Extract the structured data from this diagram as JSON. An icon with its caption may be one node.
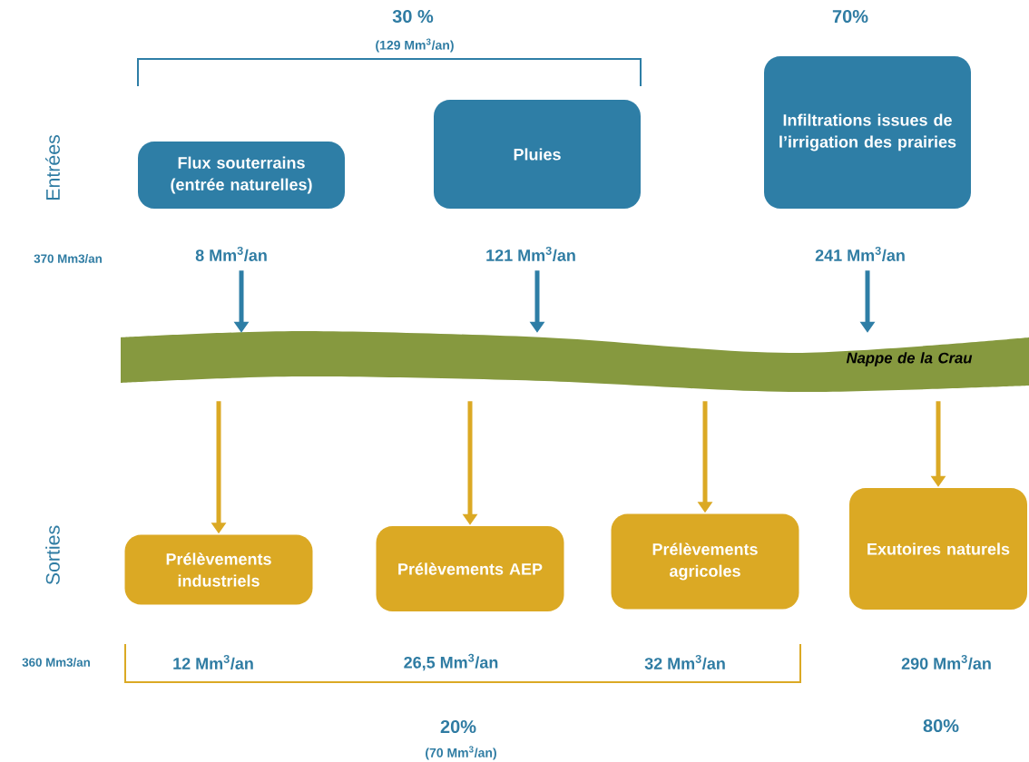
{
  "diagram": {
    "nodes": [
      {
        "text": [
          "Flux souterrains (entrée naturelles)"
        ],
        "beside": [
          "8 Mm$^{3}$/an"
        ]
      },
      {
        "text": [
          "Pluies"
        ],
        "beside": [
          "121 Mm$^{3}$/an"
        ]
      },
      {
        "text": [
          "Infiltrations issues de l’irrigation des prairies"
        ],
        "beside": [
          "241 Mm$^{3}$/an"
        ]
      },
      {
        "text": [
          "Nappe de la Crau"
        ]
      },
      {
        "text": [
          "Prélèvements industriels"
        ],
        "beside": [
          "12 Mm$^{3}$/an"
        ]
      },
      {
        "text": [
          "Prélèvements AEP"
        ],
        "beside": [
          "26,5 Mm$^{3}$/an"
        ]
      },
      {
        "text": [
          "Prélèvements agricoles"
        ],
        "beside": [
          "32 Mm$^{3}$/an"
        ]
      },
      {
        "text": [
          "Exutoires naturels"
        ],
        "beside": [
          "290 Mm$^{3}$/an"
        ]
      }
    ],
    "edges": [
      {
        "from": 0,
        "to": 3,
        "arrow": "to",
        "color": "#2e7ea6"
      },
      {
        "from": 1,
        "to": 3,
        "arrow": "to",
        "color": "#2e7ea6"
      },
      {
        "from": 2,
        "to": 3,
        "arrow": "to",
        "color": "#2e7ea6"
      },
      {
        "from": 3,
        "to": 4,
        "arrow": "to"
      },
      {
        "from": 3,
        "to": 5,
        "arrow": "to"
      },
      {
        "from": 3,
        "to": 6,
        "arrow": "to"
      },
      {
        "from": 3,
        "to": 7,
        "arrow": "to"
      }
    ],
    "labels": [
      "30 %",
      "(129 Mm$^{3}$/an)",
      "70%",
      "Entrées",
      "370 Mm3/an",
      "Sorties",
      "360 Mm3/an",
      "20%",
      "(70 Mm$^{3}$/an)",
      "80%"
    ]
  }
}
